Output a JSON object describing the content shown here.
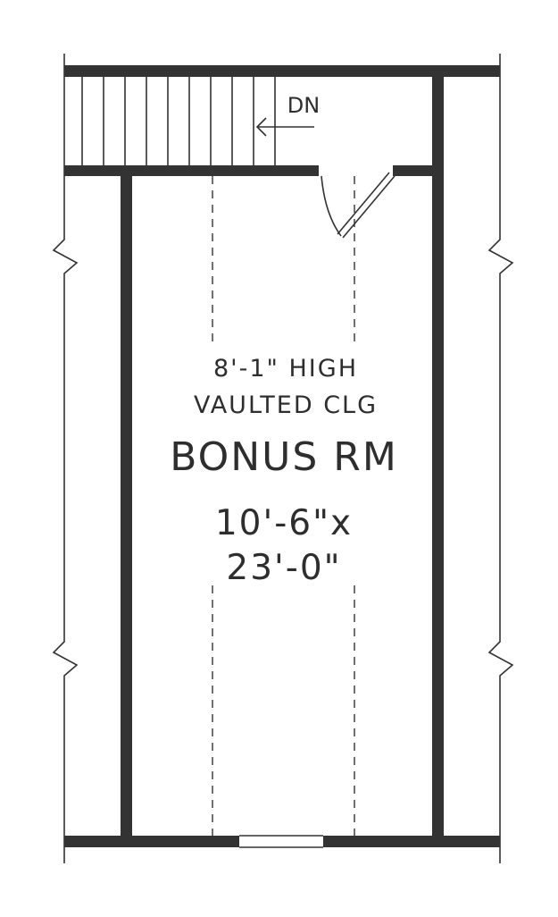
{
  "plan": {
    "stair_direction": "DN",
    "ceiling_height": "8'-1\" HIGH",
    "ceiling_type": "VAULTED CLG",
    "room_name": "BONUS RM",
    "room_dimension_width": "10'-6\"x",
    "room_dimension_length": "23'-0\""
  },
  "colors": {
    "wall": "#333333",
    "background": "#ffffff"
  }
}
